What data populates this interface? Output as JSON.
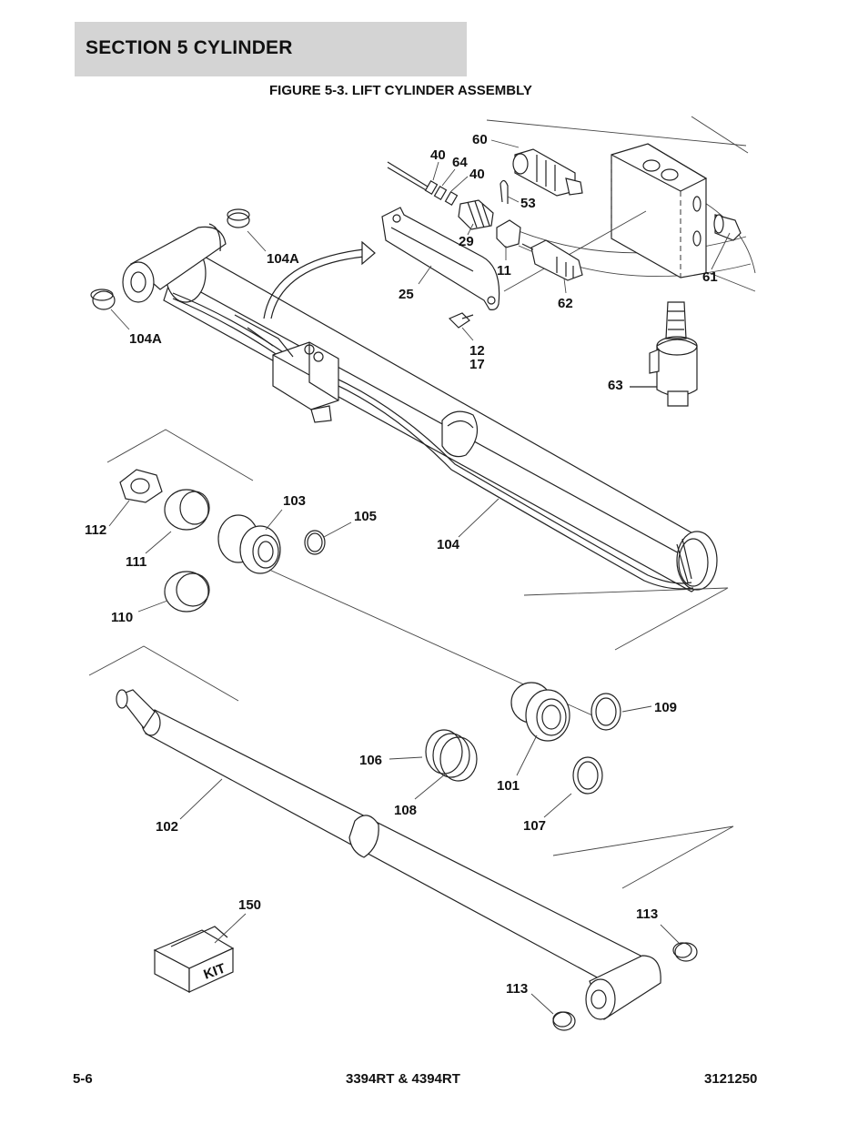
{
  "header": {
    "section_title": "SECTION 5   CYLINDER",
    "figure_title": "FIGURE 5-3. LIFT CYLINDER ASSEMBLY"
  },
  "callouts": {
    "c60": "60",
    "c40a": "40",
    "c64": "64",
    "c40b": "40",
    "c53": "53",
    "c29": "29",
    "c11": "11",
    "c25": "25",
    "c62": "62",
    "c61": "61",
    "c12": "12",
    "c17": "17",
    "c63": "63",
    "c104a_top": "104A",
    "c104a_left": "104A",
    "c103": "103",
    "c105": "105",
    "c112": "112",
    "c111": "111",
    "c110": "110",
    "c104": "104",
    "c109": "109",
    "c106": "106",
    "c101": "101",
    "c108": "108",
    "c107": "107",
    "c102": "102",
    "c150": "150",
    "c113_top": "113",
    "c113_bottom": "113"
  },
  "kit_label": "KIT",
  "footer": {
    "page_number": "5-6",
    "model": "3394RT & 4394RT",
    "doc_number": "3121250"
  }
}
